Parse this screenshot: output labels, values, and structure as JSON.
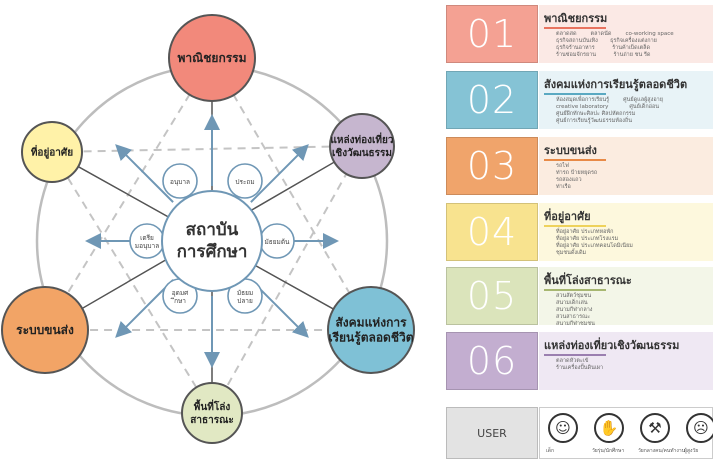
{
  "diagram": {
    "center": {
      "line1": "สถาบัน",
      "line2": "การศึกษา"
    },
    "outer_nodes": [
      {
        "id": "commerce",
        "lines": [
          "พาณิชยกรรม"
        ],
        "color": "#f2897b"
      },
      {
        "id": "tourism",
        "lines": [
          "แหล่งท่องเที่ยว",
          "เชิงวัฒนธรรม"
        ],
        "color": "#c6b6cf"
      },
      {
        "id": "learning",
        "lines": [
          "สังคมแห่งการ",
          "เรียนรู้ตลอดชีวิต"
        ],
        "color": "#7fc1d6"
      },
      {
        "id": "public",
        "lines": [
          "พื้นที่โล่ง",
          "สาธารณะ"
        ],
        "color": "#e1e8c3"
      },
      {
        "id": "transport",
        "lines": [
          "ระบบขนส่ง"
        ],
        "color": "#f2a466"
      },
      {
        "id": "residence",
        "lines": [
          "ที่อยู่อาศัย"
        ],
        "color": "#fff2a8"
      }
    ],
    "inner_nodes": [
      "อนุบาล",
      "ประถม",
      "มัธยมต้น",
      "มัธยมปลาย",
      "อุดมศึกษา",
      "เตรียมอนุบาล"
    ]
  },
  "table": {
    "rows": [
      {
        "number": "01",
        "title": "พาณิชยกรรม",
        "color": "#f4a193",
        "bg": "#fbe9e5",
        "line": "#e8735f",
        "items": "ตลาดสด        ตลาดนัด        co-working space\nธุรกิจสถานบันเทิง       ธุรกิจเครื่องแต่งกาย\nธุรกิจร้านอาหาร          ร้านค้าเบ็ดเตล็ด\nร้านซ่อมจักรยาน          ร้านถ่าย ชน รีด"
      },
      {
        "number": "02",
        "title": "สังคมแห่งการเรียนรู้ตลอดชีวิต",
        "color": "#85c3d5",
        "bg": "#e8f3f7",
        "line": "#5aa9c2",
        "items": "ห้องสมุดเพื่อการเรียนรู้        ศูนย์ดูแลผู้สูงอายุ\ncreative laboratory            ศูนย์เด็กอ่อน\nศูนย์ฝึกทักษะศิลปะ ศิลปหัตถกรรม\nศูนย์การเรียนรู้วัฒนธรรมท้องถิ่น"
      },
      {
        "number": "03",
        "title": "ระบบขนส่ง",
        "color": "#f0a46b",
        "bg": "#fbece0",
        "line": "#e88a47",
        "items": "รถไฟ\nท่ารถ ป้ายหยุดรถ\nรถสองแถว\nท่าเรือ"
      },
      {
        "number": "04",
        "title": "ที่อยู่อาศัย",
        "color": "#f8e38f",
        "bg": "#fdf8dd",
        "line": "#eed25c",
        "items": "ที่อยู่อาศัย ประเภทหอพัก\nที่อยู่อาศัย ประเภทโรงแรม\nที่อยู่อาศัย ประเภทคอนโดมิเนียม\nชุมชนดั้งเดิม"
      },
      {
        "number": "05",
        "title": "พื้นที่โล่งสาธารณะ",
        "color": "#dbe4bb",
        "bg": "#f3f6e8",
        "line": "#a7b771",
        "items": "สวนสัตว์ชุมชน\nสนามเด็กเล่น\nสนามกีฬากลาง\nสวนสาธารณะ\nสนามกีฬาชุมชน"
      },
      {
        "number": "06",
        "title": "แหล่งท่องเที่ยวเชิงวัฒนธรรม",
        "color": "#c3aed0",
        "bg": "#efe8f3",
        "line": "#9b7fb0",
        "items": "ตลาดหัวตะเข้\nร้านเครื่องปั้นดินเผา"
      }
    ],
    "user": {
      "label": "USER",
      "icons": [
        {
          "name": "baby",
          "label": "เด็ก"
        },
        {
          "name": "teen",
          "label": "วัยรุ่น/นักศึกษา"
        },
        {
          "name": "worker",
          "label": "วัยกลางคน/คนทำงาน"
        },
        {
          "name": "elder",
          "label": "ผู้สูงวัย"
        }
      ]
    }
  }
}
